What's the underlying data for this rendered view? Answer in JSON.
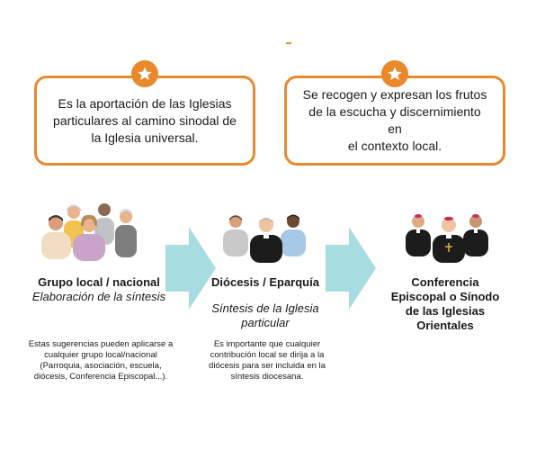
{
  "callouts": {
    "left": {
      "icon": "star-icon",
      "line1": "Es la aportación de las Iglesias",
      "line2": "particulares al camino sinodal de",
      "line3": "la Iglesia universal."
    },
    "right": {
      "icon": "star-icon",
      "line1": "Se recogen y expresan los frutos",
      "line2": "de la escucha y discernimiento en",
      "line3": "el contexto local."
    }
  },
  "steps": [
    {
      "title": "Grupo local / nacional",
      "subtitle": "Elaboración de la síntesis",
      "note": {
        "line1": "Estas sugerencias pueden aplicarse a",
        "line2": "cualquier grupo local/nacional",
        "line3": "(Parroquia, asociación, escuela,",
        "line4": "diócesis, Conferencia Episcopal...)."
      }
    },
    {
      "title": "Diócesis / Eparquía",
      "subtitle_line1": "Síntesis de la Iglesia",
      "subtitle_line2": "particular",
      "note": {
        "line1": "Es importante que cualquier",
        "line2": "contribución local se dirija a la",
        "line3": "diócesis para ser incluida en la",
        "line4": "síntesis diocesana."
      }
    },
    {
      "title_line1": "Conferencia",
      "title_line2": "Episcopal o Sínodo",
      "title_line3": "de las Iglesias",
      "title_line4": "Orientales"
    }
  ],
  "colors": {
    "accent": "#e8892b",
    "arrow": "#a8dde0"
  }
}
